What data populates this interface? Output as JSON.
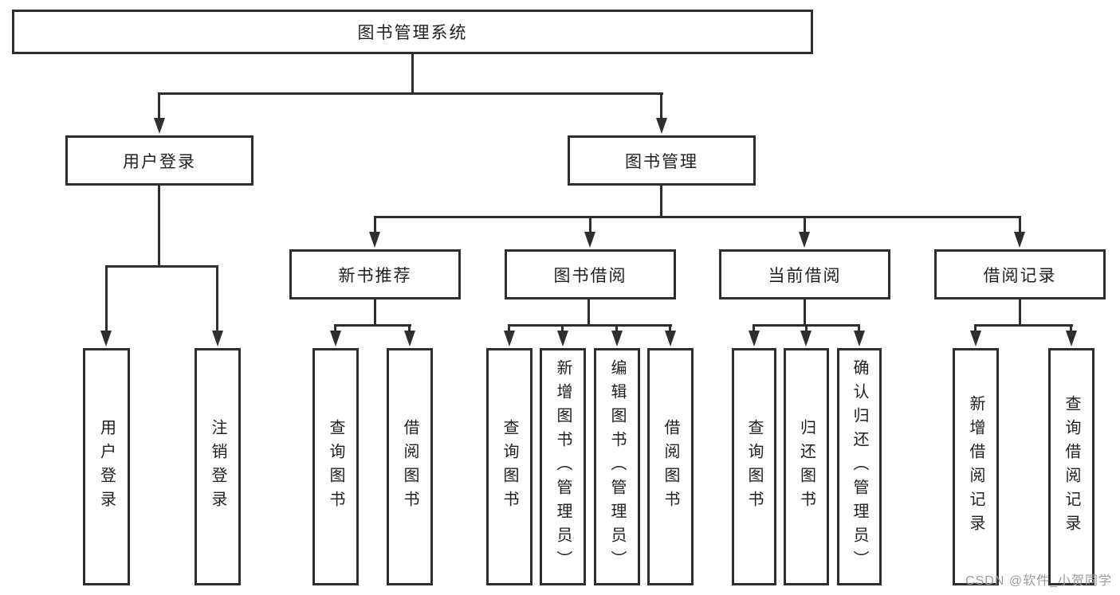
{
  "nodes": {
    "root": "图书管理系统",
    "level2": [
      "用户登录",
      "图书管理"
    ],
    "level3": [
      "新书推荐",
      "图书借阅",
      "当前借阅",
      "借阅记录"
    ],
    "leaves": [
      "用户登录",
      "注销登录",
      "查询图书",
      "借阅图书",
      "查询图书",
      "新增图书（管理员）",
      "编辑图书（管理员）",
      "借阅图书",
      "查询图书",
      "归还图书",
      "确认归还（管理员）",
      "新增借阅记录",
      "查询借阅记录"
    ]
  },
  "watermark": "CSDN @软件_小贺同学",
  "colors": {
    "line": "#2e2e2e",
    "text": "#1f1f1f",
    "background": "#ffffff",
    "watermark": "#9c9c9c"
  }
}
